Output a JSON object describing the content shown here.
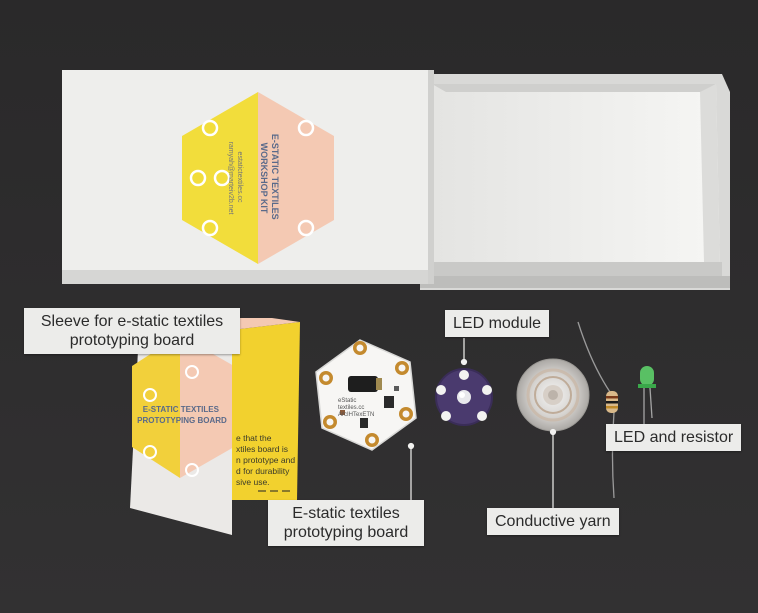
{
  "box": {
    "title": "E-STATIC TEXTILES\nWORKSHOP KIT",
    "website": "estatictextiles.cc",
    "email": "ramyah@marteiv2b.net"
  },
  "sleeve": {
    "board_title": "E-STATIC TEXTILES\nPROTOTYPING BOARD",
    "note_lines": [
      "e that the",
      "xtiles board is",
      "n prototype and",
      "d for durability",
      "sive use."
    ]
  },
  "pcb": {
    "silkscreen": [
      "eStatic",
      "textiles.cc",
      "ArcIHTexETN"
    ]
  },
  "labels": {
    "sleeve": "Sleeve for e-static textiles\nprototyping board",
    "led_module": "LED module",
    "board": "E-static textiles\nprototyping board",
    "yarn": "Conductive yarn",
    "led_resistor": "LED and resistor"
  },
  "colors": {
    "background": "#2d2c2d",
    "box": "#eeeeec",
    "hex_yellow": "#f2dd3b",
    "hex_peach": "#f4c9b3",
    "led_board": "#4a3a6e",
    "label_bg": "#ececea"
  }
}
